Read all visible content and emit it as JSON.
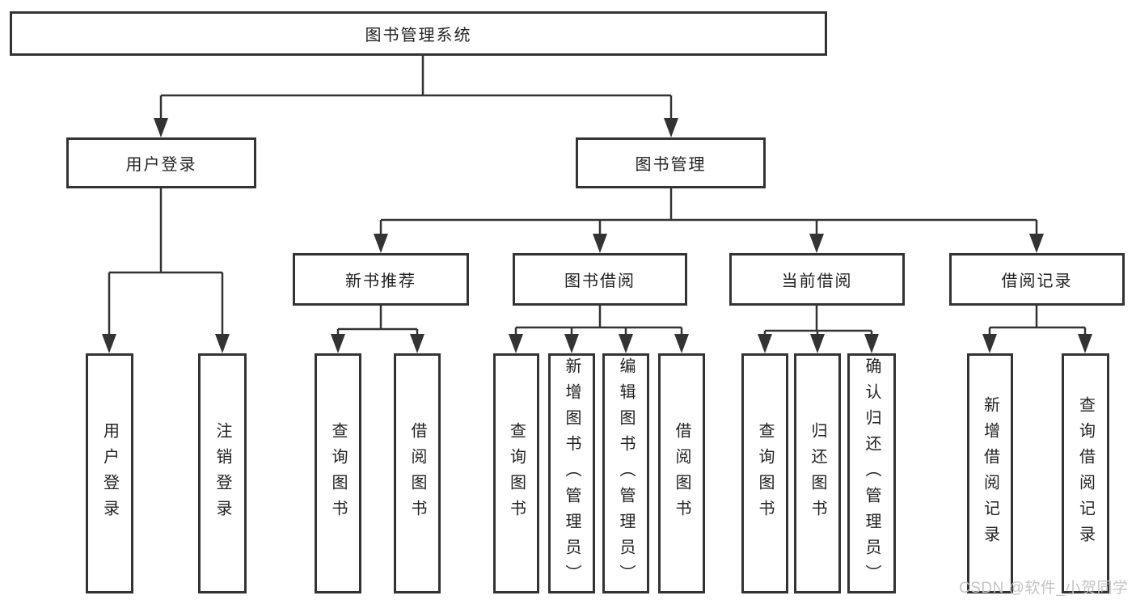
{
  "tree": {
    "root": {
      "label": "图书管理系统"
    },
    "branches": [
      {
        "label": "用户登录",
        "children": [
          {
            "label": "用户登录"
          },
          {
            "label": "注销登录"
          }
        ]
      },
      {
        "label": "图书管理",
        "children": [
          {
            "label": "新书推荐",
            "children": [
              {
                "label": "查询图书"
              },
              {
                "label": "借阅图书"
              }
            ]
          },
          {
            "label": "图书借阅",
            "children": [
              {
                "label": "查询图书"
              },
              {
                "label": "新增图书（管理员）"
              },
              {
                "label": "编辑图书（管理员）"
              },
              {
                "label": "借阅图书"
              }
            ]
          },
          {
            "label": "当前借阅",
            "children": [
              {
                "label": "查询图书"
              },
              {
                "label": "归还图书"
              },
              {
                "label": "确认归还（管理员）"
              }
            ]
          },
          {
            "label": "借阅记录",
            "children": [
              {
                "label": "新增借阅记录"
              },
              {
                "label": "查询借阅记录"
              }
            ]
          }
        ]
      }
    ]
  },
  "watermark": {
    "text": "CSDN @软件_小贺同学"
  },
  "colors": {
    "line": "#333333",
    "box_border": "#333333",
    "box_background": "#ffffff",
    "text": "#222222",
    "watermark_text": "#c4c4c4",
    "page_background": "#ffffff"
  }
}
